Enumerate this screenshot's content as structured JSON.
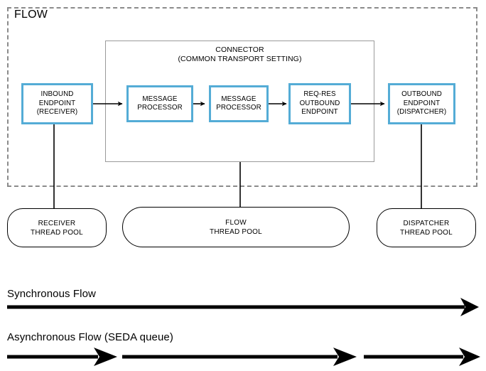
{
  "diagram": {
    "flow_label": "FLOW",
    "connector": {
      "title_line1": "CONNECTOR",
      "title_line2": "(COMMON TRANSPORT SETTING)"
    },
    "nodes": [
      {
        "id": "inbound-endpoint",
        "label": "INBOUND\nENDPOINT\n(RECEIVER)"
      },
      {
        "id": "message-processor-1",
        "label": "MESSAGE\nPROCESSOR"
      },
      {
        "id": "message-processor-2",
        "label": "MESSAGE\nPROCESSOR"
      },
      {
        "id": "req-res-outbound-endpoint",
        "label": "REQ-RES\nOUTBOUND\nENDPOINT"
      },
      {
        "id": "outbound-endpoint",
        "label": "OUTBOUND\nENDPOINT\n(DISPATCHER)"
      }
    ],
    "thread_pools": [
      {
        "id": "receiver-thread-pool",
        "label": "RECEIVER\nTHREAD POOL"
      },
      {
        "id": "flow-thread-pool",
        "label": "FLOW\nTHREAD POOL"
      },
      {
        "id": "dispatcher-thread-pool",
        "label": "DISPATCHER\nTHREAD POOL"
      }
    ],
    "legend": [
      {
        "id": "synchronous-flow",
        "label": "Synchronous Flow"
      },
      {
        "id": "asynchronous-flow",
        "label": "Asynchronous Flow (SEDA queue)"
      }
    ],
    "colors": {
      "node_border": "#54acd6",
      "flow_dashed_border": "#8b8b8b",
      "connector_border": "#9a9a9a",
      "line": "#000000",
      "background": "#ffffff"
    }
  }
}
